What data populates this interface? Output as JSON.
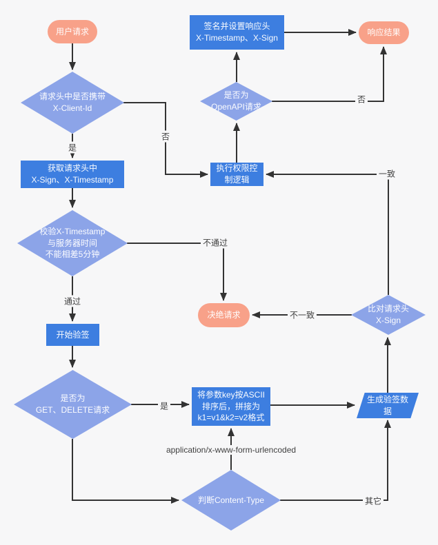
{
  "diagram_title": "OpenAPI signature verification flow",
  "colors": {
    "background": "#F7F7F8",
    "process_fill": "#3D7EE0",
    "decision_fill": "#8CA4E8",
    "terminator_fill": "#F8A189",
    "line": "#333333",
    "label_text": "#3F3F3F",
    "node_text": "#FFFFFF"
  },
  "nodes": {
    "user_request": {
      "type": "terminator",
      "label": "用户请求"
    },
    "has_client_id": {
      "type": "decision",
      "label": "请求头中是否携带\nX-Client-Id"
    },
    "get_headers": {
      "type": "process",
      "label": "获取请求头中\nX-Sign、X-Timestamp"
    },
    "check_timestamp": {
      "type": "decision",
      "label": "校验X-Timestamp\n与服务器时间\n不能相差5分钟"
    },
    "start_verify": {
      "type": "process",
      "label": "开始验签"
    },
    "is_get_delete": {
      "type": "decision",
      "label": "是否为\nGET、DELETE请求"
    },
    "sort_params": {
      "type": "process",
      "label": "将参数key按ASCII\n排序后，拼接为\nk1=v1&k2=v2格式"
    },
    "gen_sign_data": {
      "type": "io",
      "label": "生成验签数\n据"
    },
    "check_content_type": {
      "type": "decision",
      "label": "判断Content-Type"
    },
    "compare_sign": {
      "type": "decision",
      "label": "比对请求头\nX-Sign"
    },
    "reject_request": {
      "type": "terminator",
      "label": "决绝请求"
    },
    "exec_permission": {
      "type": "process",
      "label": "执行权限控\n制逻辑"
    },
    "is_openapi": {
      "type": "decision",
      "label": "是否为\nOpenAPI请求"
    },
    "sign_response": {
      "type": "process",
      "label": "签名并设置响应头\nX-Timestamp、X-Sign"
    },
    "response_result": {
      "type": "terminator",
      "label": "响应结果"
    }
  },
  "edge_labels": {
    "yes_client_id": "是",
    "no_client_id": "否",
    "pass": "通过",
    "fail": "不通过",
    "yes_get_delete": "是",
    "form_urlencoded": "application/x-www-form-urlencoded",
    "other": "其它",
    "mismatch": "不一致",
    "match": "一致",
    "no_openapi": "否"
  }
}
